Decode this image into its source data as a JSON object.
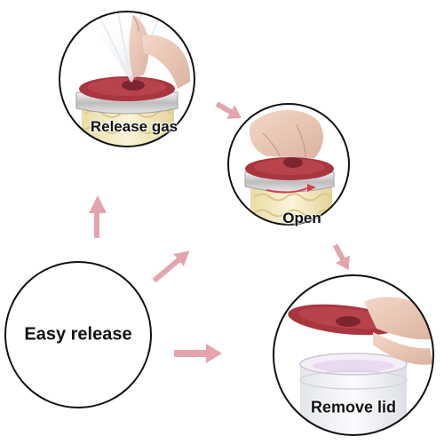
{
  "steps": {
    "release_gas": "Release gas",
    "open": "Open",
    "remove_lid": "Remove lid",
    "easy_release": "Easy release"
  },
  "colors": {
    "lid": "#a9363f",
    "lid_dark": "#7c2430",
    "band": "#d2d2d2",
    "jar_content": "#f3e7b5",
    "arrow": "#e3a4ad",
    "outline": "#111111"
  },
  "icons": [
    "hand-icon",
    "jar-icon",
    "lid-icon",
    "arrow-icon"
  ]
}
